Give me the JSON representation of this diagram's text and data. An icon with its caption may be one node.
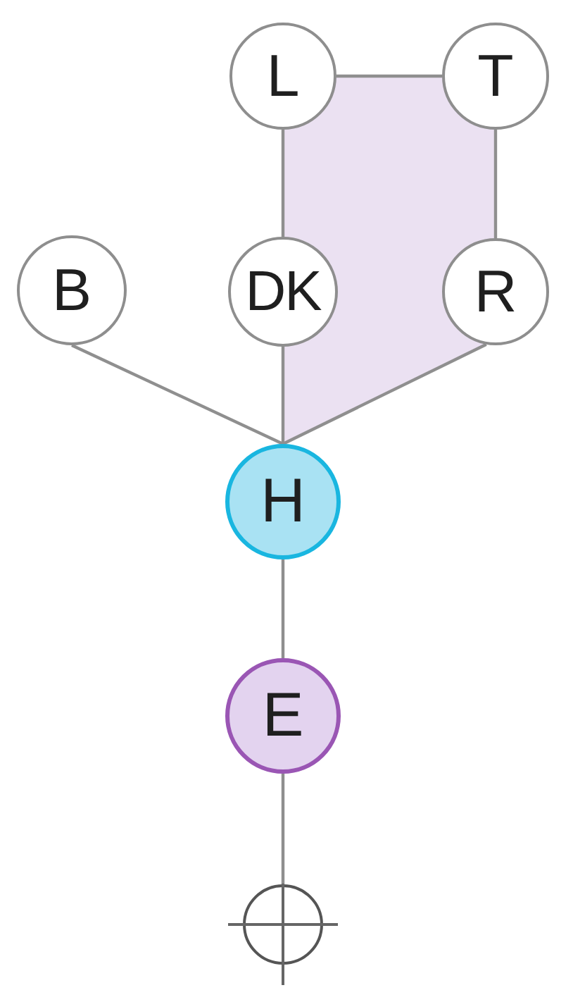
{
  "diagram": {
    "nodes": [
      {
        "text": [
          "L"
        ]
      },
      {
        "text": [
          "T"
        ]
      },
      {
        "text": [
          "B"
        ]
      },
      {
        "text": [
          "DK"
        ]
      },
      {
        "text": [
          "R"
        ]
      },
      {
        "text": [
          "H"
        ]
      },
      {
        "text": [
          "E"
        ]
      },
      {
        "text": [],
        "shape": "crosshair"
      }
    ],
    "edges": [
      {
        "from": 0,
        "to": 1,
        "arrow": "none"
      },
      {
        "from": 0,
        "to": 3,
        "arrow": "none"
      },
      {
        "from": 1,
        "to": 4,
        "arrow": "none"
      },
      {
        "from": 2,
        "to": 5,
        "arrow": "none"
      },
      {
        "from": 3,
        "to": 5,
        "arrow": "none"
      },
      {
        "from": 4,
        "to": 5,
        "arrow": "none"
      },
      {
        "from": 5,
        "to": 6,
        "arrow": "none"
      },
      {
        "from": 6,
        "to": 7,
        "arrow": "none"
      }
    ]
  }
}
